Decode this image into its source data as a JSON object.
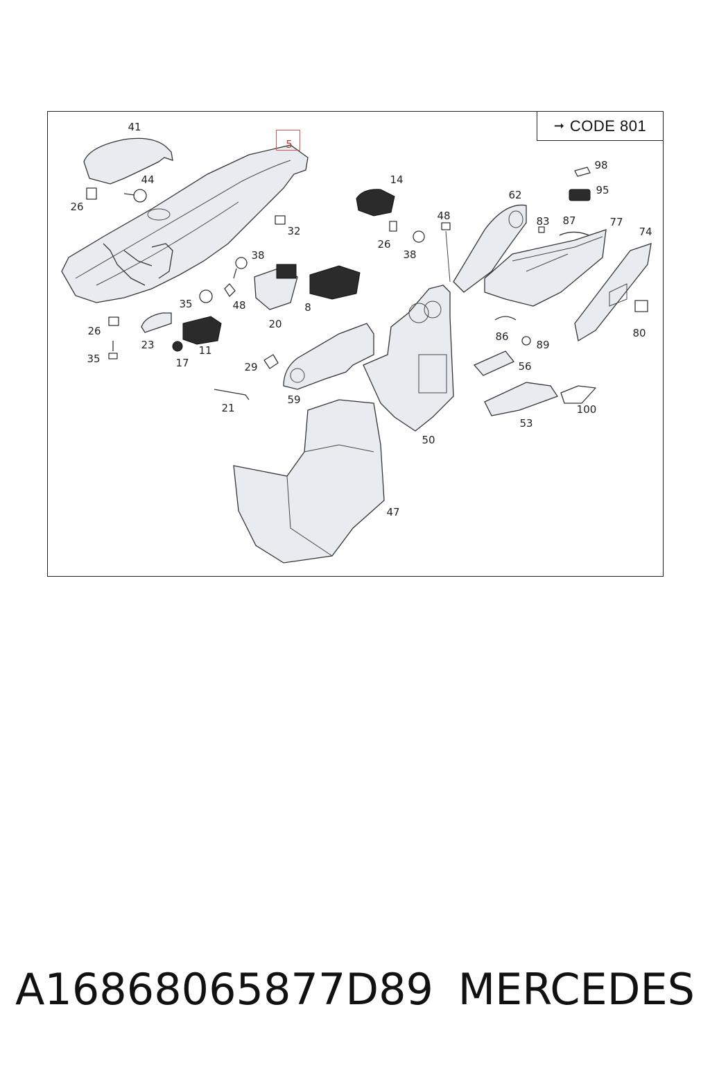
{
  "header": {
    "code_label": "CODE 801",
    "arrow_icon": "arrow-right-icon"
  },
  "highlight": {
    "part_number": "5",
    "color": "#d9534f"
  },
  "callouts": [
    {
      "id": "c41",
      "text": "41"
    },
    {
      "id": "c5",
      "text": "5"
    },
    {
      "id": "c44",
      "text": "44"
    },
    {
      "id": "c26a",
      "text": "26"
    },
    {
      "id": "c32",
      "text": "32"
    },
    {
      "id": "c38a",
      "text": "38"
    },
    {
      "id": "c14",
      "text": "14"
    },
    {
      "id": "c26b",
      "text": "26"
    },
    {
      "id": "c38b",
      "text": "38"
    },
    {
      "id": "c48a",
      "text": "48"
    },
    {
      "id": "c62",
      "text": "62"
    },
    {
      "id": "c98",
      "text": "98"
    },
    {
      "id": "c95",
      "text": "95"
    },
    {
      "id": "c83",
      "text": "83"
    },
    {
      "id": "c87",
      "text": "87"
    },
    {
      "id": "c77",
      "text": "77"
    },
    {
      "id": "c74",
      "text": "74"
    },
    {
      "id": "c35a",
      "text": "35"
    },
    {
      "id": "c48b",
      "text": "48"
    },
    {
      "id": "c20",
      "text": "20"
    },
    {
      "id": "c8",
      "text": "8"
    },
    {
      "id": "c26c",
      "text": "26"
    },
    {
      "id": "c23",
      "text": "23"
    },
    {
      "id": "c11",
      "text": "11"
    },
    {
      "id": "c35b",
      "text": "35"
    },
    {
      "id": "c17",
      "text": "17"
    },
    {
      "id": "c29",
      "text": "29"
    },
    {
      "id": "c86",
      "text": "86"
    },
    {
      "id": "c89",
      "text": "89"
    },
    {
      "id": "c80",
      "text": "80"
    },
    {
      "id": "c56",
      "text": "56"
    },
    {
      "id": "c59",
      "text": "59"
    },
    {
      "id": "c21",
      "text": "21"
    },
    {
      "id": "c50",
      "text": "50"
    },
    {
      "id": "c53",
      "text": "53"
    },
    {
      "id": "c100",
      "text": "100"
    },
    {
      "id": "c47",
      "text": "47"
    }
  ],
  "footer": {
    "part_code": "A16868065877D89",
    "brand": "MERCEDES"
  }
}
